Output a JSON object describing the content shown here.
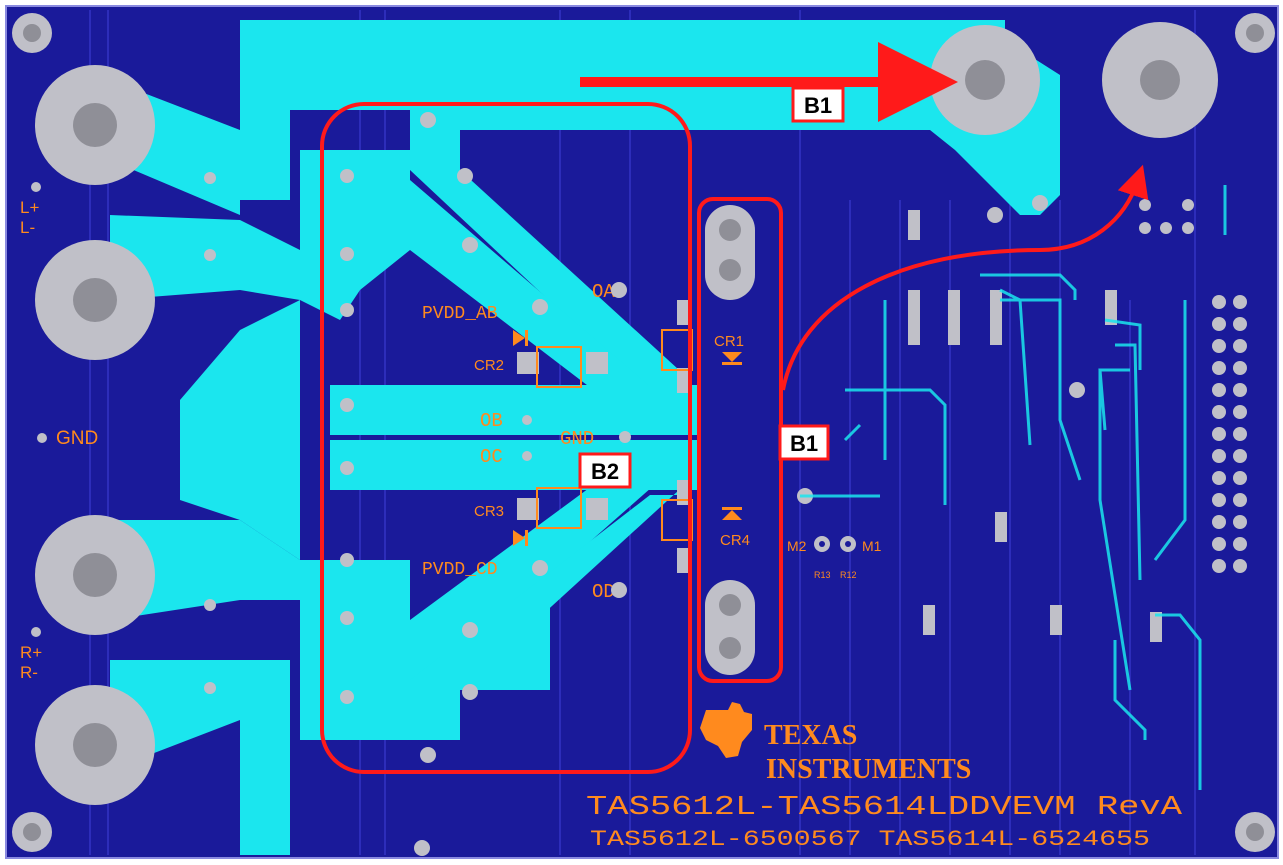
{
  "board": {
    "colors": {
      "substrate": "#1a1a9a",
      "copper": "#1be6ee",
      "pad": "#c0c0c8",
      "pad_hole": "#8f8f97",
      "silkscreen": "#ff8a1e",
      "highlight": "#ff1a1a",
      "grid_line": "#3b3bd0"
    },
    "labels": {
      "l_plus": "L+",
      "l_minus": "L-",
      "gnd_left": "GND",
      "r_plus": "R+",
      "r_minus": "R-",
      "pvdd_ab": "PVDD_AB",
      "pvdd_cd": "PVDD_CD",
      "oa": "OA",
      "ob": "OB",
      "oc": "OC",
      "od": "OD",
      "gnd_mid": "GND",
      "cr1": "CR1",
      "cr2": "CR2",
      "cr3": "CR3",
      "cr4": "CR4",
      "m1": "M1",
      "m2": "M2",
      "r12": "R12",
      "r13": "R13"
    },
    "logo": {
      "line1": "TEXAS",
      "line2": "INSTRUMENTS"
    },
    "footer": {
      "title": "TAS5612L-TAS5614LDDVEVM  RevA",
      "subtitle": "TAS5612L-6500567  TAS5614L-6524655"
    },
    "callouts": {
      "b1_top": "B1",
      "b1_right": "B1",
      "b2": "B2"
    }
  }
}
